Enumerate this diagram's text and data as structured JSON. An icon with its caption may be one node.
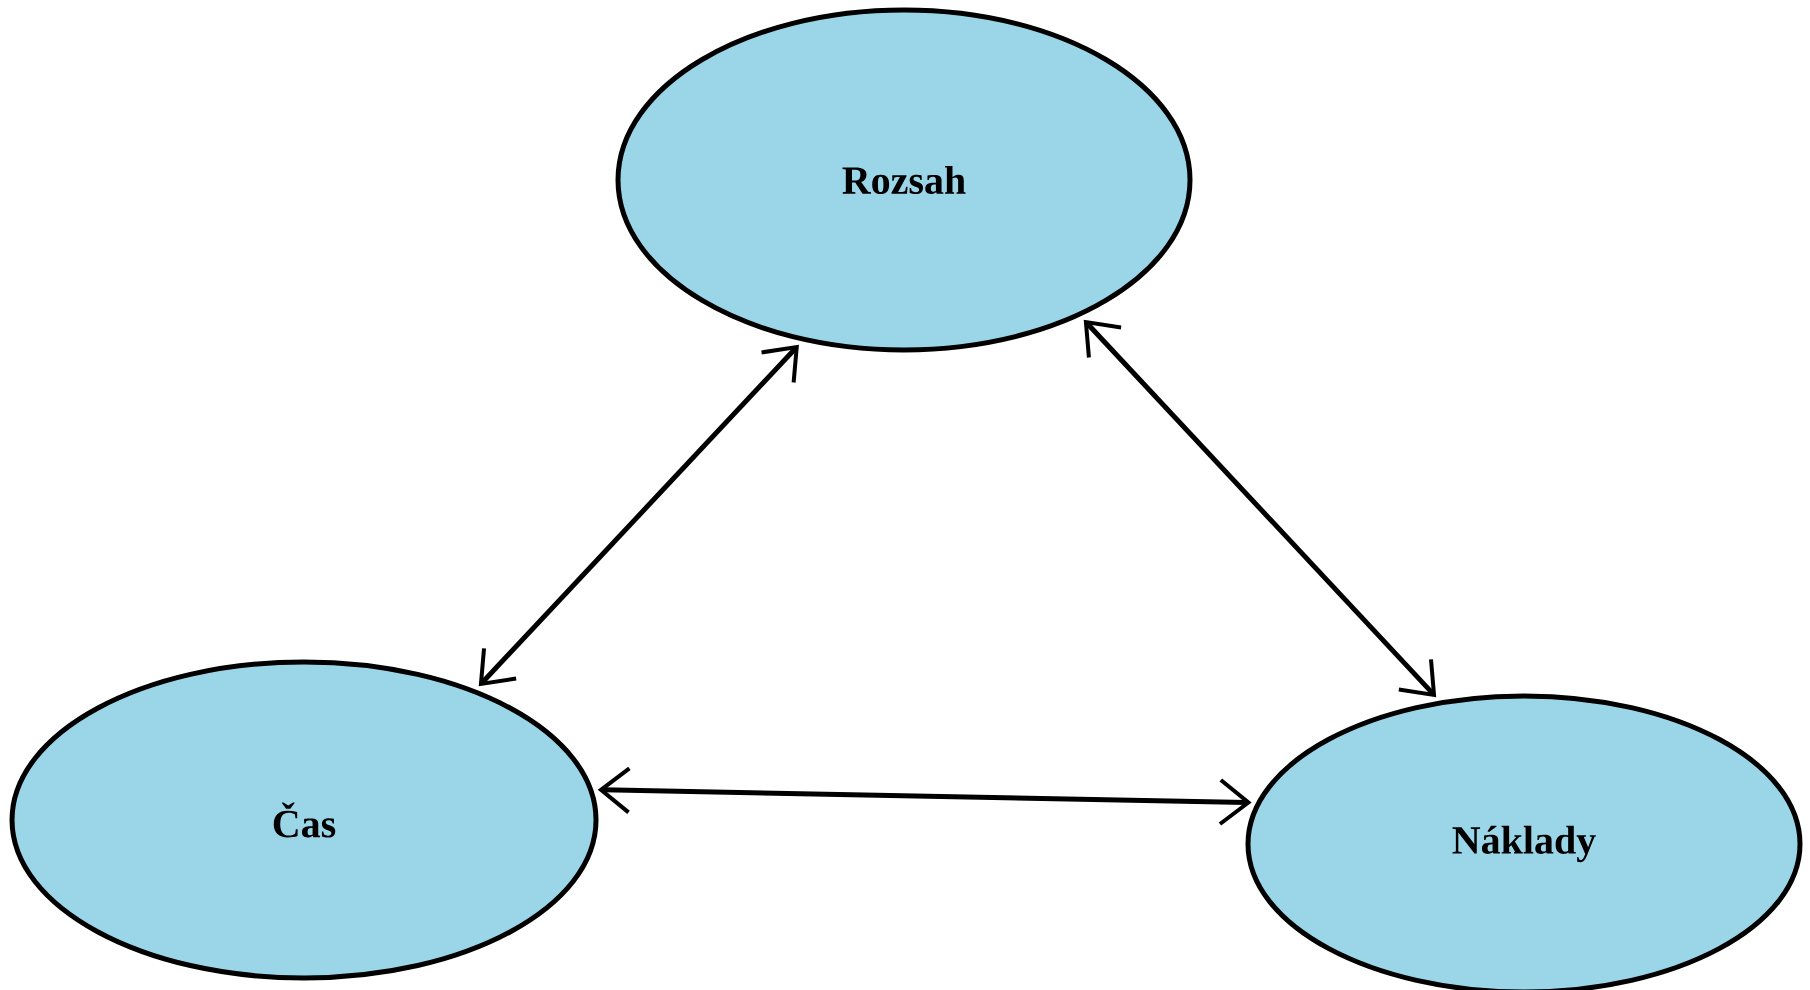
{
  "diagram": {
    "nodes": [
      {
        "text": [
          "Rozsah"
        ]
      },
      {
        "text": [
          "Čas"
        ]
      },
      {
        "text": [
          "Náklady"
        ]
      }
    ],
    "edges": [
      {
        "from": 0,
        "to": 1,
        "arrow": "both"
      },
      {
        "from": 0,
        "to": 2,
        "arrow": "both"
      },
      {
        "from": 1,
        "to": 2,
        "arrow": "both"
      }
    ]
  }
}
